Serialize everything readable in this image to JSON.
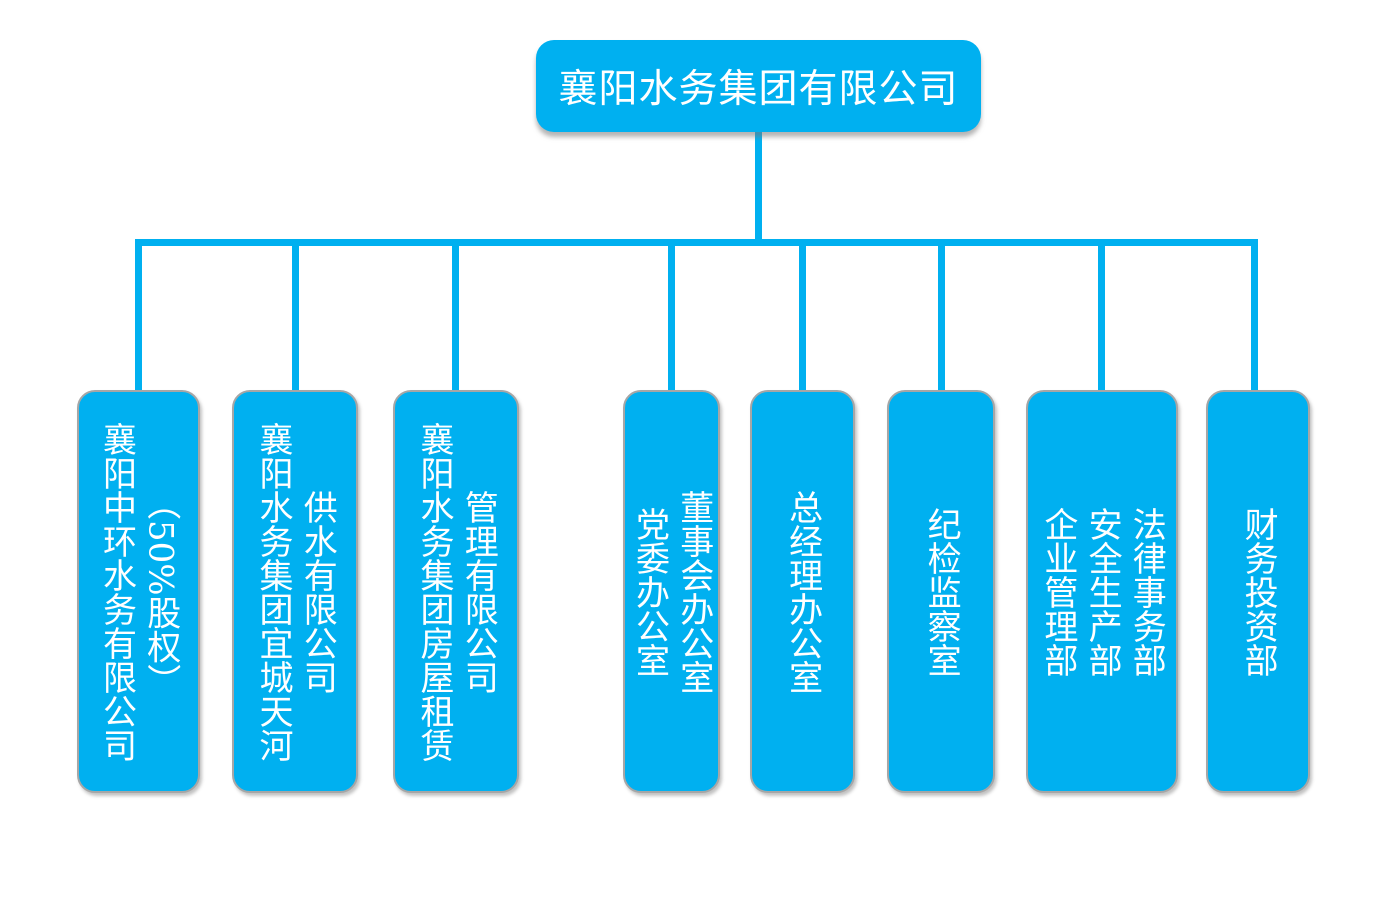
{
  "diagram": {
    "type": "org-chart",
    "colors": {
      "node_fill": "#00B0F0",
      "connector": "#00B0F0",
      "node_border": "#A6A6A6",
      "text": "#FFFFFF",
      "background": "#FFFFFF"
    },
    "root": {
      "label": "襄阳水务集团有限公司"
    },
    "children": [
      {
        "label": "襄阳中环水务有限公司\n（50%股权）"
      },
      {
        "label": "襄阳水务集团宜城天河\n供水有限公司"
      },
      {
        "label": "襄阳水务集团房屋租赁\n管理有限公司"
      },
      {
        "label": "党委办公室\n董事会办公室"
      },
      {
        "label": "总经理办公室"
      },
      {
        "label": "纪检监察室"
      },
      {
        "label": "企业管理部\n安全生产部\n法律事务部"
      },
      {
        "label": "财务投资部"
      }
    ]
  }
}
